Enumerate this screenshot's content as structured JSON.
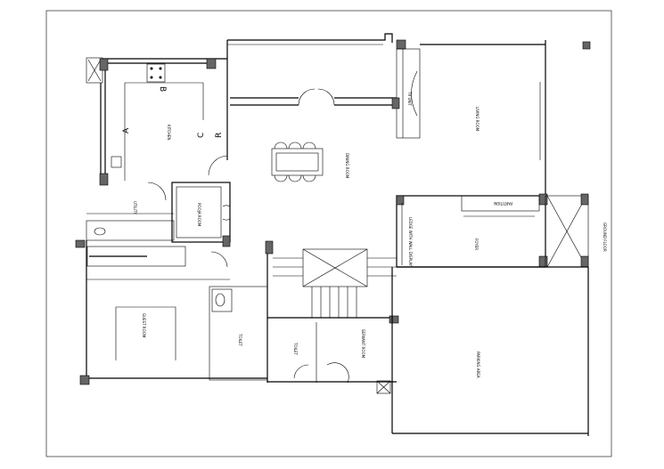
{
  "drawing": {
    "sheet_label": "GROUND FLOOR",
    "rooms": {
      "kitchen": "KITCHEN",
      "dining": "DINING ROOM",
      "living": "LIVING ROOM",
      "tv_unit": "TV UNIT",
      "partition": "PARTITION",
      "foyer": "FOYER",
      "ledge": "LEDGE WITH WALL DISPLAY",
      "pooja": "POOJA ROOM",
      "utility": "UTILITY",
      "guest": "GUEST ROOM",
      "toilet1": "TOILET",
      "toilet2": "TOILET",
      "servant": "SERVANT ROOM",
      "parking": "PARKING AREA"
    },
    "kitchen_markers": [
      "A",
      "B",
      "C",
      "R"
    ],
    "line_color": "#000000",
    "column_fill": "#666666"
  }
}
